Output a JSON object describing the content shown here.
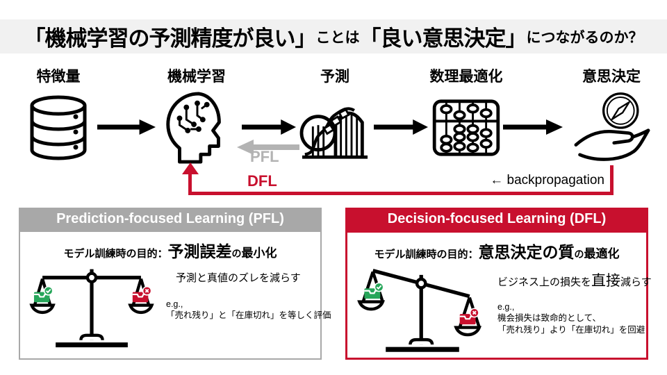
{
  "colors": {
    "crimson": "#C8102E",
    "header_gray": "#A8A8A8",
    "pfl_arrow_gray": "#B3B3B3",
    "title_band_gray": "#F1F1F1",
    "check_green": "#27A65A"
  },
  "title": {
    "part1": "「機械学習の予測精度が良い」",
    "part2": "ことは",
    "part3": "「良い意思決定」",
    "part4": "につながるのか？"
  },
  "flow": {
    "stages": [
      {
        "label": "特徴量",
        "icon": "database-icon"
      },
      {
        "label": "機械学習",
        "icon": "ai-brain-head-icon"
      },
      {
        "label": "予測",
        "icon": "rollercoaster-curve-icon"
      },
      {
        "label": "数理最適化",
        "icon": "abacus-icon"
      },
      {
        "label": "意思決定",
        "icon": "hand-compass-icon"
      }
    ],
    "pfl_arrow_label": "PFL",
    "dfl_arrow_label": "DFL",
    "backprop_label": "← backpropagation"
  },
  "pfl_box": {
    "header": "Prediction-focused Learning (PFL)",
    "objective_prefix": "モデル訓練時の目的：",
    "objective_big": "予測誤差",
    "objective_mid": "の",
    "objective_suffix": "最小化",
    "description": "予測と真値のズレを減らす",
    "example_prefix": "e.g.,",
    "example_lines": [
      "「売れ残り」と「在庫切れ」を等しく評価"
    ]
  },
  "dfl_box": {
    "header": "Decision-focused Learning (DFL)",
    "objective_prefix": "モデル訓練時の目的：",
    "objective_big": "意思決定の質",
    "objective_mid": "の",
    "objective_suffix": "最適化",
    "description_pre": "ビジネス上の損失を",
    "description_big": "直接",
    "description_post": "減らす",
    "example_prefix": "e.g.,",
    "example_lines": [
      "機会損失は致命的として、",
      "「売れ残り」より「在庫切れ」を回避"
    ]
  }
}
